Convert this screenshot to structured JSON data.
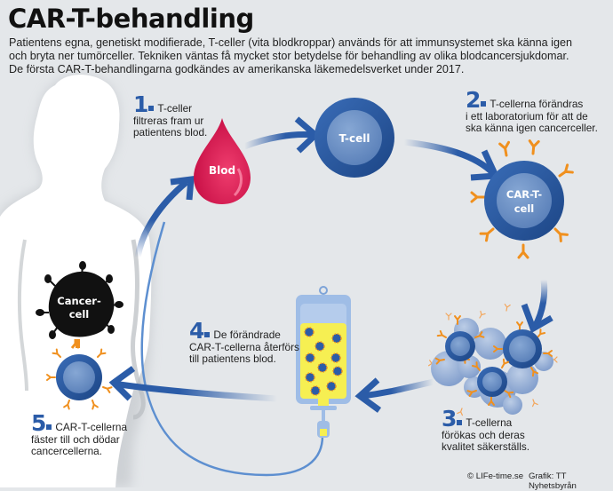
{
  "title": "CAR-T-behandling",
  "intro": [
    "Patientens egna, genetiskt modifierade, T-celler (vita blodkroppar) används för att immunsystemet ska känna igen",
    "och bryta ner tumörceller. Tekniken väntas få mycket stor betydelse för behandling av olika blodcancersjukdomar.",
    "De första CAR-T-behandlingarna godkändes av amerikanska läkemedelsverket under 2017."
  ],
  "labels": {
    "blood_drop": "Blod",
    "t_cell": "T-cell",
    "car_t_cell_line1": "CAR-T-",
    "car_t_cell_line2": "cell",
    "cancer_cell_line1": "Cancer-",
    "cancer_cell_line2": "cell"
  },
  "steps": [
    {
      "number": "1",
      "lines": [
        "T-celler",
        "filtreras fram ur",
        "patientens blod."
      ]
    },
    {
      "number": "2",
      "lines": [
        "T-cellerna förändras",
        "i ett laboratorium för att de",
        "ska känna igen cancerceller."
      ]
    },
    {
      "number": "3",
      "lines": [
        "T-cellerna",
        "förökas och deras",
        "kvalitet säkerställs."
      ]
    },
    {
      "number": "4",
      "lines": [
        "De förändrade",
        "CAR-T-cellerna återförs",
        "till patientens blod."
      ]
    },
    {
      "number": "5",
      "lines": [
        "CAR-T-cellerna",
        "fäster till och dödar",
        "cancercellerna."
      ]
    }
  ],
  "credits": {
    "source": "© LIFe-time.se",
    "graphic": "Grafik: TT Nyhetsbyrån"
  },
  "colors": {
    "background": "#e4e7ea",
    "cell_blue": "#2b5ca8",
    "cell_inner": "#6f93c6",
    "receptor_orange": "#f0901e",
    "blood_red": "#d80f4c",
    "bag_yellow": "#f6ef52",
    "cancer_black": "#111111"
  }
}
